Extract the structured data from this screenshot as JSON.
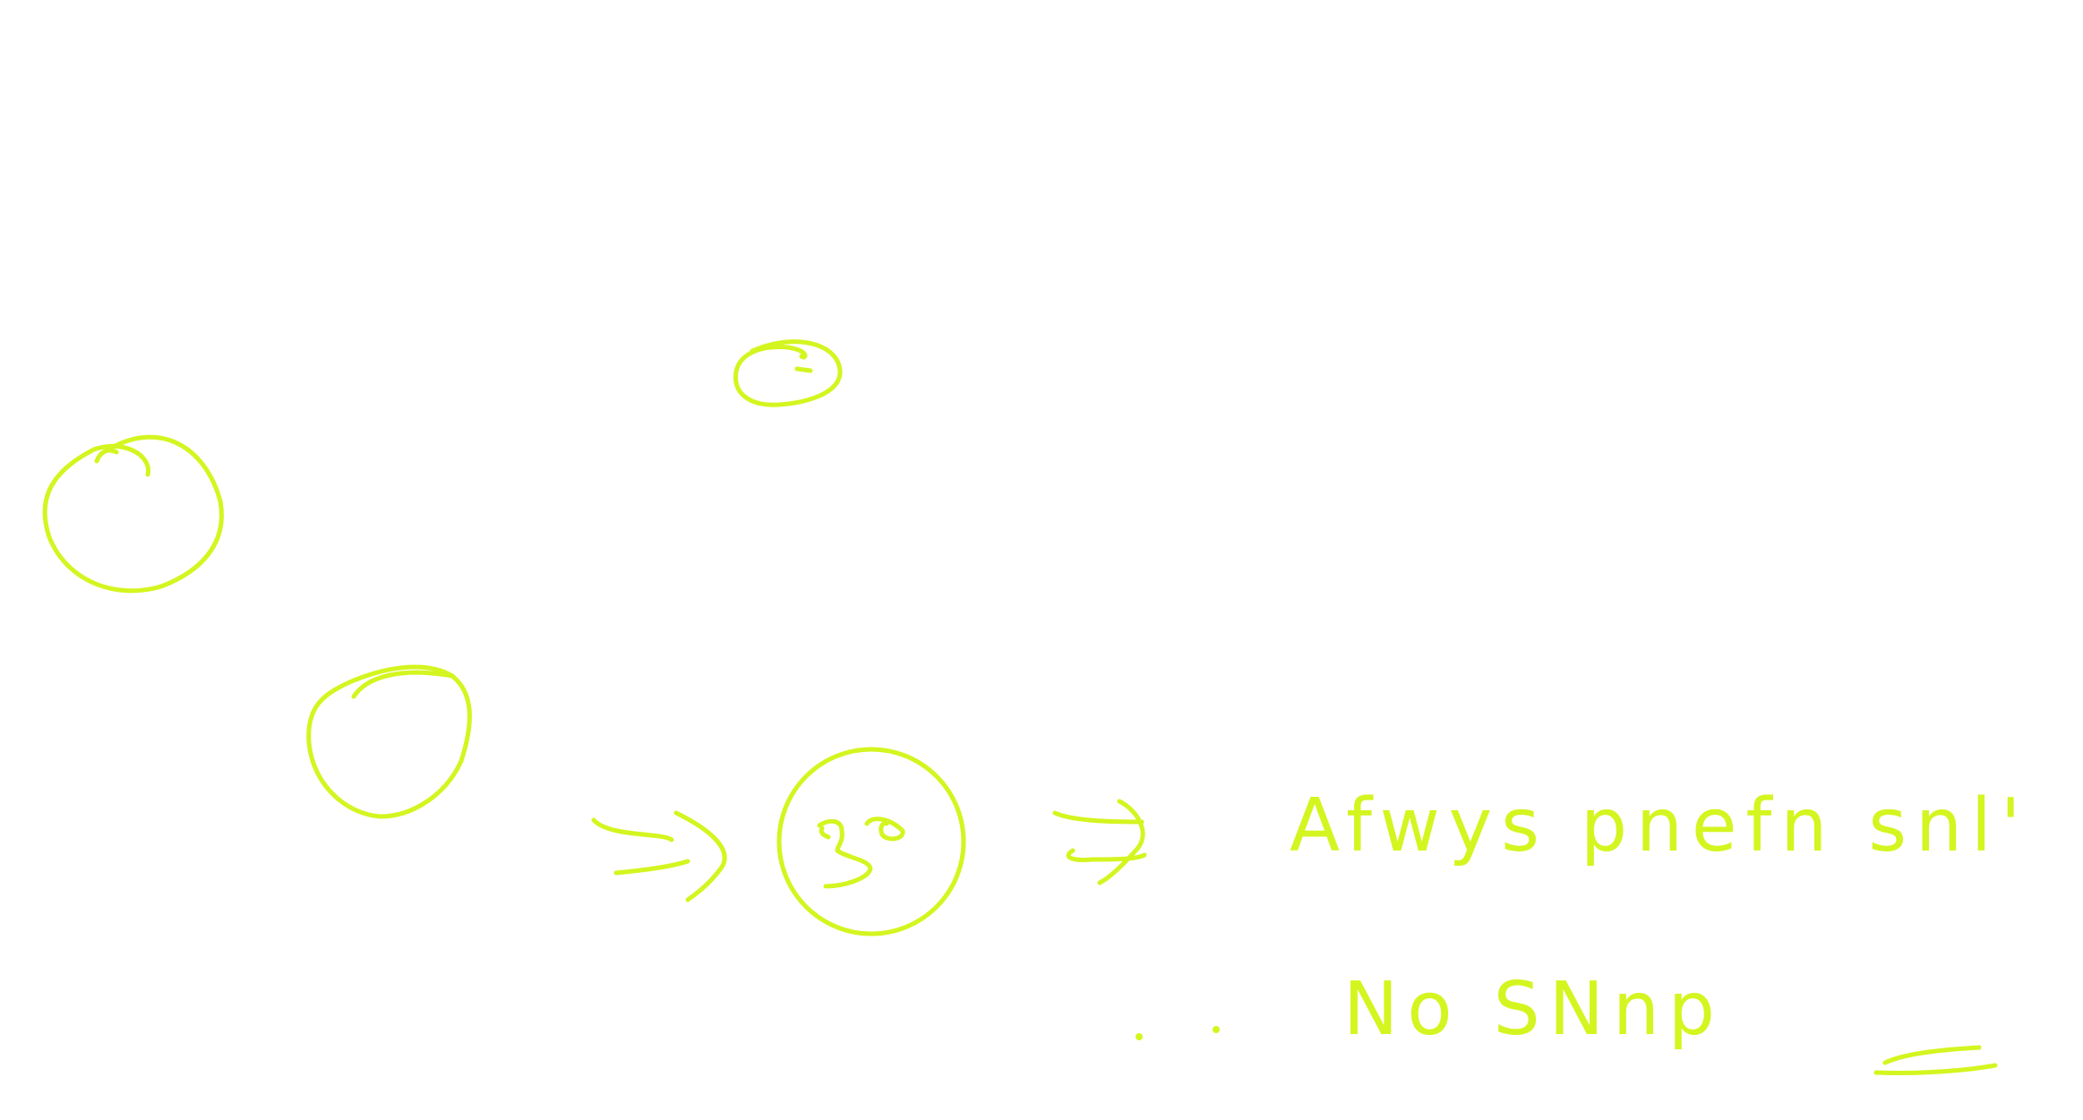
{
  "canvas": {
    "background": "#ffffff",
    "ink_color": "#d4f51f"
  },
  "annotations": {
    "line1": "Afwys pnefn snl'",
    "line2": "No SNnp"
  },
  "shapes": [
    {
      "name": "circle-1",
      "kind": "circle"
    },
    {
      "name": "circle-2",
      "kind": "circle"
    },
    {
      "name": "circle-3",
      "kind": "circle"
    },
    {
      "name": "circle-4-face",
      "kind": "circle"
    }
  ]
}
